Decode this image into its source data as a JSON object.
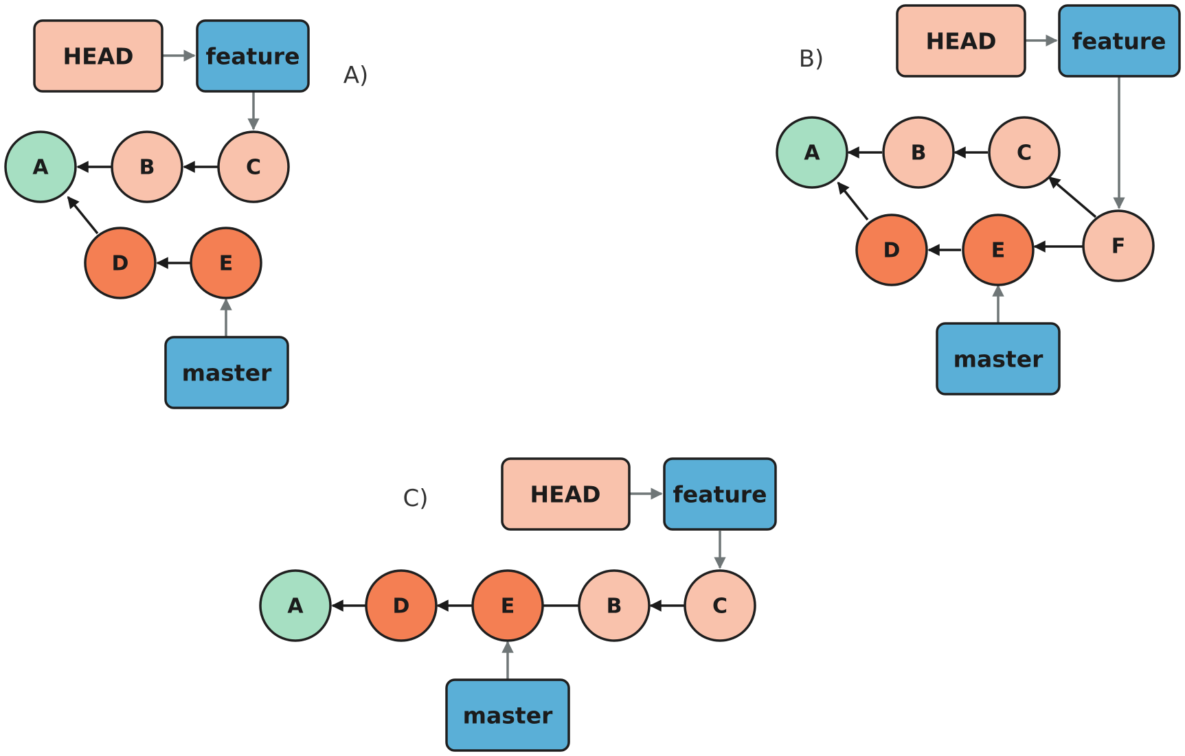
{
  "colors": {
    "commit_base": "#a6dfc2",
    "commit_feature": "#f9c2ac",
    "commit_master": "#f47f53",
    "ref_head": "#f9c2ac",
    "ref_branch": "#5aafd7",
    "arrow_dark": "#1a1a1a",
    "arrow_ref": "#6f7677"
  },
  "panels": {
    "a": {
      "label": "A)",
      "head": "HEAD",
      "feature": "feature",
      "master": "master",
      "commits": {
        "A": "A",
        "B": "B",
        "C": "C",
        "D": "D",
        "E": "E"
      }
    },
    "b": {
      "label": "B)",
      "head": "HEAD",
      "feature": "feature",
      "master": "master",
      "commits": {
        "A": "A",
        "B": "B",
        "C": "C",
        "D": "D",
        "E": "E",
        "F": "F"
      }
    },
    "c": {
      "label": "C)",
      "head": "HEAD",
      "feature": "feature",
      "master": "master",
      "commits": {
        "A": "A",
        "D": "D",
        "E": "E",
        "B": "B",
        "C": "C"
      }
    }
  }
}
